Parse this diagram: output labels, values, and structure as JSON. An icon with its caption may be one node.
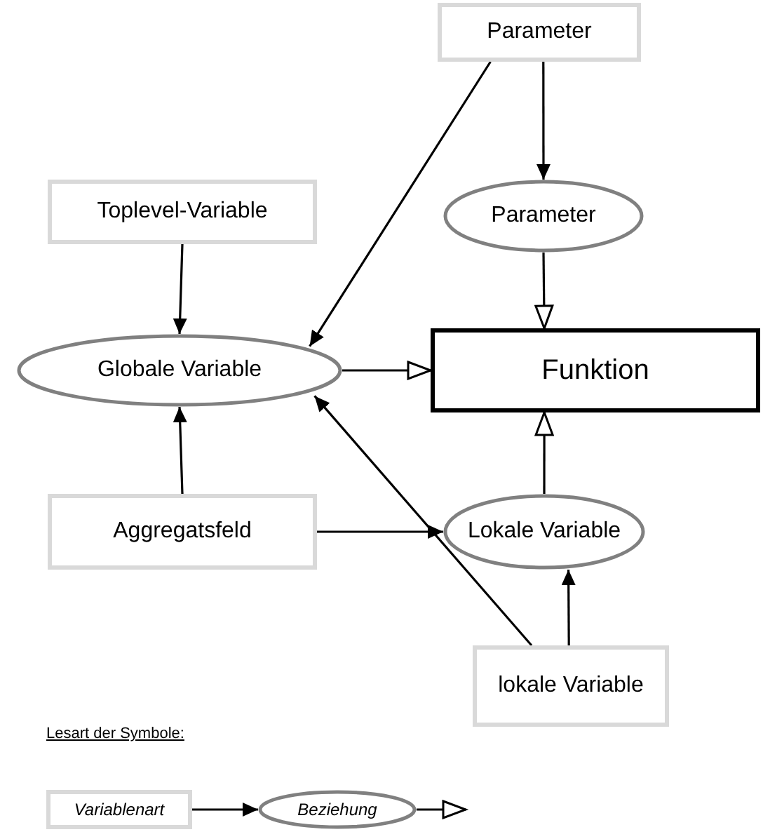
{
  "diagram": {
    "nodes": [
      {
        "text": [
          "Parameter"
        ]
      },
      {
        "text": [
          "Toplevel-Variable"
        ]
      },
      {
        "text": [
          "Parameter"
        ]
      },
      {
        "text": [
          "Globale Variable"
        ]
      },
      {
        "text": [
          "Funktion"
        ]
      },
      {
        "text": [
          "Aggregatsfeld"
        ]
      },
      {
        "text": [
          "Lokale Variable"
        ]
      },
      {
        "text": [
          "lokale Variable"
        ]
      },
      {
        "text": [
          "Variablenart"
        ]
      },
      {
        "text": [
          "Beziehung"
        ]
      }
    ],
    "edges": [
      {
        "from": 0,
        "to": 2,
        "arrow": "to"
      },
      {
        "from": 0,
        "to": 3,
        "arrow": "to"
      },
      {
        "from": 1,
        "to": 3,
        "arrow": "to"
      },
      {
        "from": 5,
        "to": 3,
        "arrow": "to"
      },
      {
        "from": 7,
        "to": 3,
        "arrow": "to"
      },
      {
        "from": 5,
        "to": 6,
        "arrow": "to"
      },
      {
        "from": 7,
        "to": 6,
        "arrow": "to"
      },
      {
        "from": 2,
        "to": 4,
        "arrow": "to"
      },
      {
        "from": 3,
        "to": 4,
        "arrow": "to"
      },
      {
        "from": 6,
        "to": 4,
        "arrow": "to"
      },
      {
        "from": 8,
        "to": 9,
        "arrow": "to"
      },
      {
        "from": 9,
        "to": null,
        "arrow": "to"
      }
    ],
    "labels": [
      "Lesart der Symbole:"
    ]
  }
}
